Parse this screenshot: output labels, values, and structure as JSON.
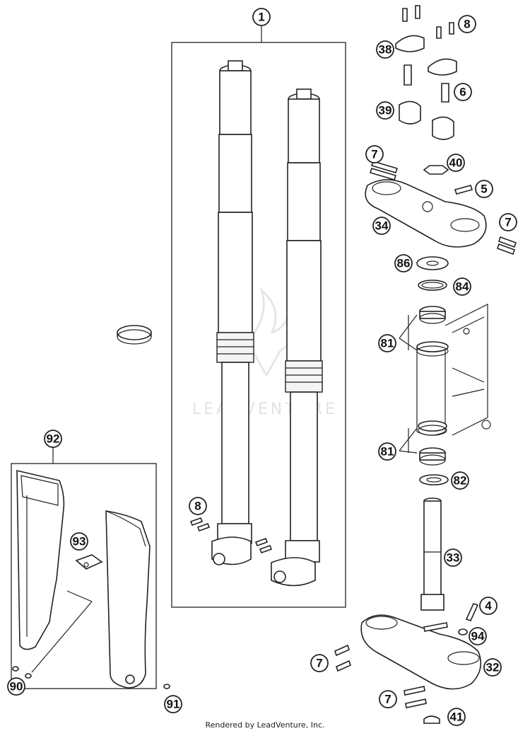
{
  "watermark": {
    "brand": "LEADVENTURE"
  },
  "footer": {
    "credit": "Rendered by LeadVenture, Inc."
  },
  "callouts": {
    "c1": "1",
    "c8a": "8",
    "c38": "38",
    "c6": "6",
    "c39": "39",
    "c7a": "7",
    "c40": "40",
    "c5": "5",
    "c34": "34",
    "c7b": "7",
    "c86": "86",
    "c84": "84",
    "c81a": "81",
    "c81b": "81",
    "c82": "82",
    "c33": "33",
    "c4": "4",
    "c94": "94",
    "c32": "32",
    "c7c": "7",
    "c7d": "7",
    "c41": "41",
    "c92": "92",
    "c93": "93",
    "c8b": "8",
    "c90": "90",
    "c91": "91"
  },
  "colors": {
    "line": "#222222",
    "background": "#ffffff",
    "watermark": "#d0d0d0"
  }
}
